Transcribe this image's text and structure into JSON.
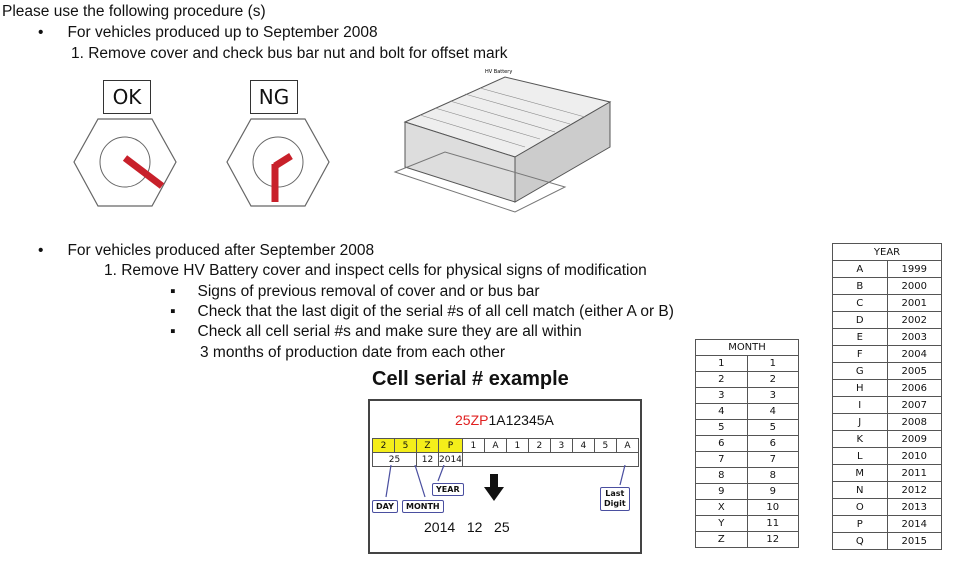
{
  "intro": "Please use the following procedure (s)",
  "section1": {
    "bullet": "For vehicles produced up to September 2008",
    "step": "1.   Remove cover and check bus bar nut and bolt for offset mark",
    "ok_label": "OK",
    "ng_label": "NG",
    "battery_label": "HV Battery"
  },
  "section2": {
    "bullet": "For vehicles produced after September 2008",
    "step": "1.   Remove HV Battery cover and inspect cells for physical signs of modification",
    "subitems": [
      "Signs of previous removal of cover and or bus bar",
      "Check that the last digit of the serial #s of all cell match (either A or B)",
      "Check all cell serial #s and make sure they are all within",
      "3 months of production date from each other"
    ]
  },
  "example": {
    "title": "Cell serial # example",
    "serial_red": "25ZP",
    "serial_rest": "1A12345A",
    "chars": [
      "2",
      "5",
      "Z",
      "P",
      "1",
      "A",
      "1",
      "2",
      "3",
      "4",
      "5",
      "A"
    ],
    "decoded": [
      "25",
      "12",
      "2014"
    ],
    "tags": {
      "day": "DAY",
      "month": "MONTH",
      "year": "YEAR",
      "last": "Last",
      "digit": "Digit"
    },
    "result": "2014   12   25"
  },
  "month_table": {
    "header": "MONTH",
    "rows": [
      [
        "1",
        "1"
      ],
      [
        "2",
        "2"
      ],
      [
        "3",
        "3"
      ],
      [
        "4",
        "4"
      ],
      [
        "5",
        "5"
      ],
      [
        "6",
        "6"
      ],
      [
        "7",
        "7"
      ],
      [
        "8",
        "8"
      ],
      [
        "9",
        "9"
      ],
      [
        "X",
        "10"
      ],
      [
        "Y",
        "11"
      ],
      [
        "Z",
        "12"
      ]
    ]
  },
  "year_table": {
    "header": "YEAR",
    "rows": [
      [
        "A",
        "1999"
      ],
      [
        "B",
        "2000"
      ],
      [
        "C",
        "2001"
      ],
      [
        "D",
        "2002"
      ],
      [
        "E",
        "2003"
      ],
      [
        "F",
        "2004"
      ],
      [
        "G",
        "2005"
      ],
      [
        "H",
        "2006"
      ],
      [
        "I",
        "2007"
      ],
      [
        "J",
        "2008"
      ],
      [
        "K",
        "2009"
      ],
      [
        "L",
        "2010"
      ],
      [
        "M",
        "2011"
      ],
      [
        "N",
        "2012"
      ],
      [
        "O",
        "2013"
      ],
      [
        "P",
        "2014"
      ],
      [
        "Q",
        "2015"
      ]
    ]
  },
  "colors": {
    "highlight": "#f4ee1a",
    "serial_red": "#e02020",
    "mark_red": "#c8202a"
  }
}
